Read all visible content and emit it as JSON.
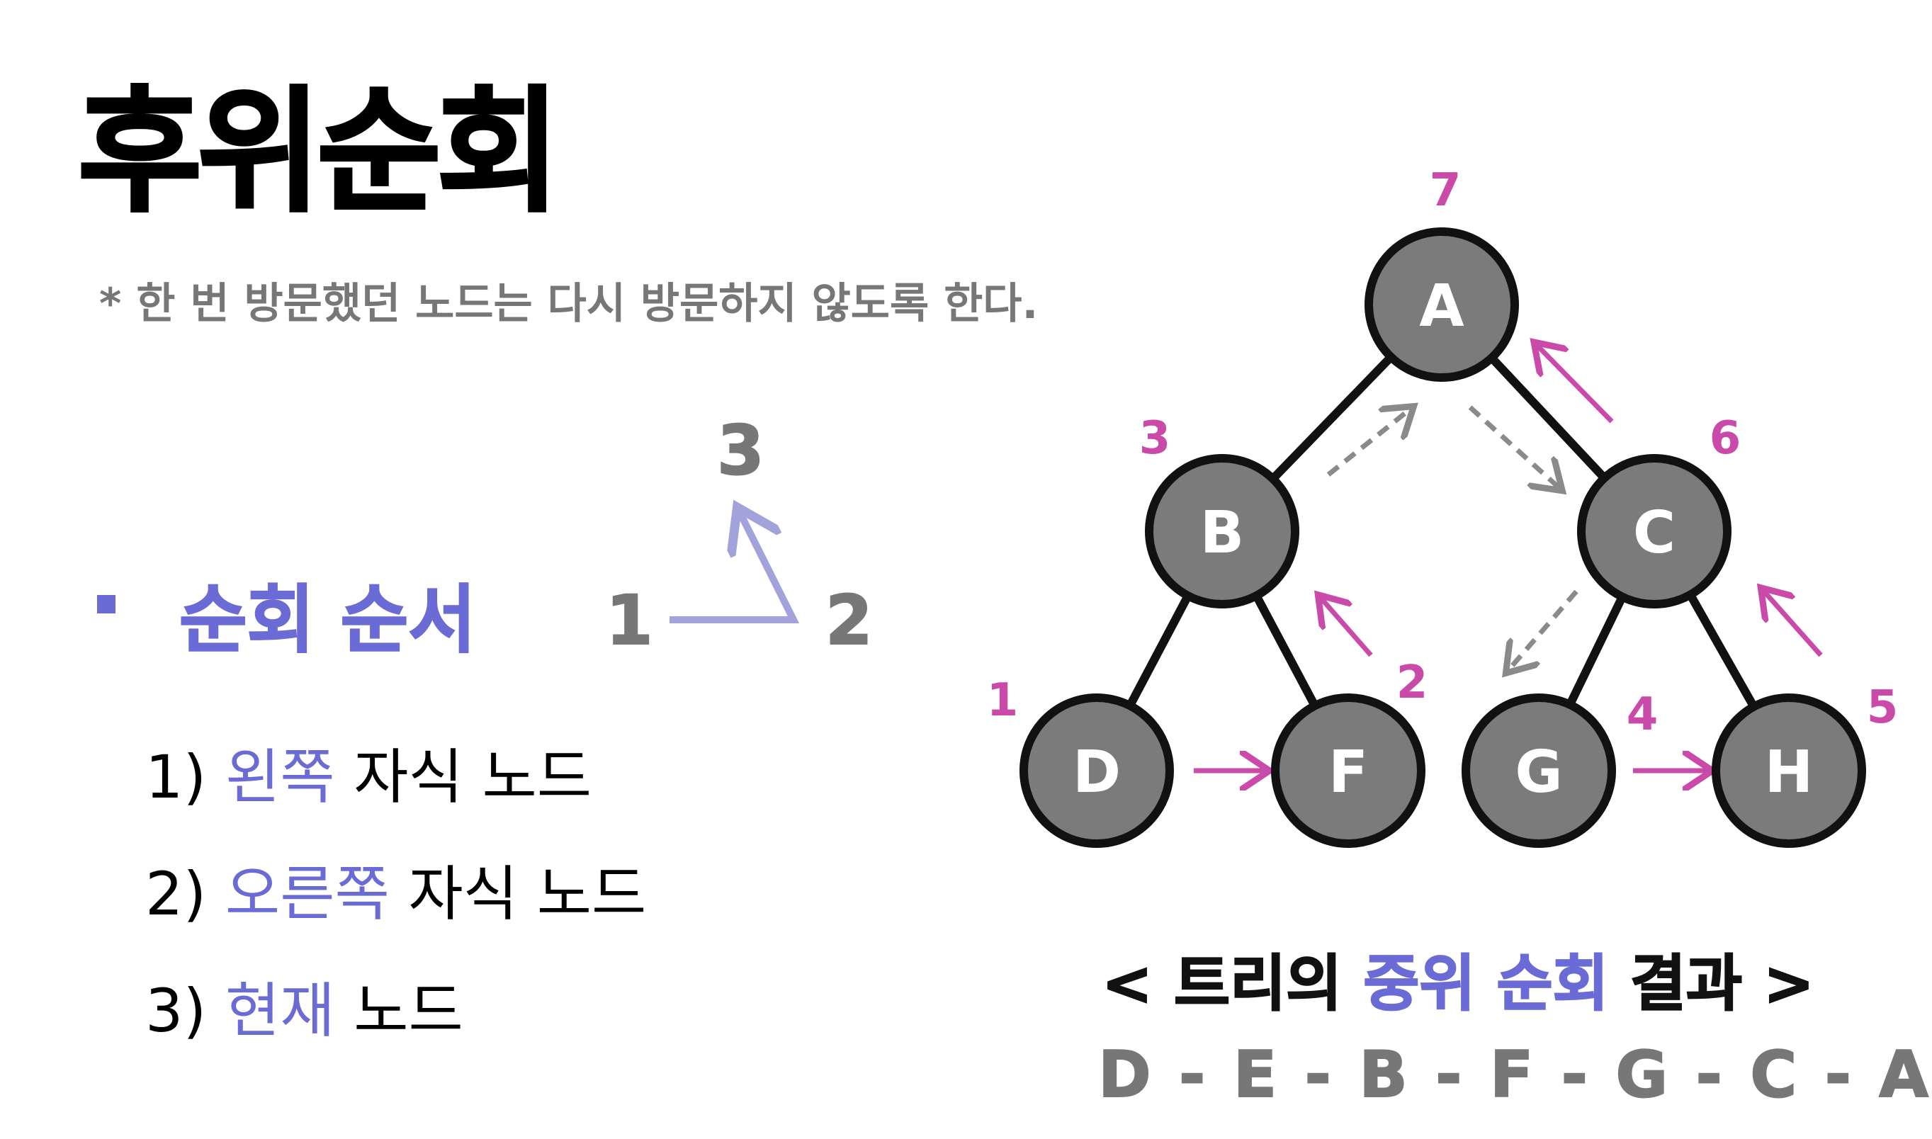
{
  "title": "후위순회",
  "note": "* 한 번 방문했던 노드는 다시 방문하지 않도록 한다.",
  "section_title": "순회 순서",
  "steps": [
    {
      "num": "1)",
      "highlight": "왼쪽",
      "rest": "자식 노드"
    },
    {
      "num": "2)",
      "highlight": "오른쪽",
      "rest": "자식 노드"
    },
    {
      "num": "3)",
      "highlight": "현재",
      "rest": "노드"
    }
  ],
  "order_icon": {
    "n1": "1",
    "n2": "2",
    "n3": "3"
  },
  "tree": {
    "nodes": [
      {
        "id": "A",
        "label": "A",
        "order": "7"
      },
      {
        "id": "B",
        "label": "B",
        "order": "3"
      },
      {
        "id": "C",
        "label": "C",
        "order": "6"
      },
      {
        "id": "D",
        "label": "D",
        "order": "1"
      },
      {
        "id": "F",
        "label": "F",
        "order": "2"
      },
      {
        "id": "G",
        "label": "G",
        "order": "4"
      },
      {
        "id": "H",
        "label": "H",
        "order": "5"
      }
    ],
    "edges": [
      [
        "A",
        "B"
      ],
      [
        "A",
        "C"
      ],
      [
        "B",
        "D"
      ],
      [
        "B",
        "F"
      ],
      [
        "C",
        "G"
      ],
      [
        "C",
        "H"
      ]
    ],
    "colors": {
      "node_fill": "#7b7b7b",
      "node_stroke": "#111111",
      "edge": "#111111",
      "arrow": "#c94aa9",
      "dashed_arrow": "#8a8a8a"
    }
  },
  "caption": {
    "open": "<",
    "pre": "트리의",
    "highlight": "중위 순회",
    "post": "결과",
    "close": ">"
  },
  "result": "D - E - B - F - G - C - A"
}
